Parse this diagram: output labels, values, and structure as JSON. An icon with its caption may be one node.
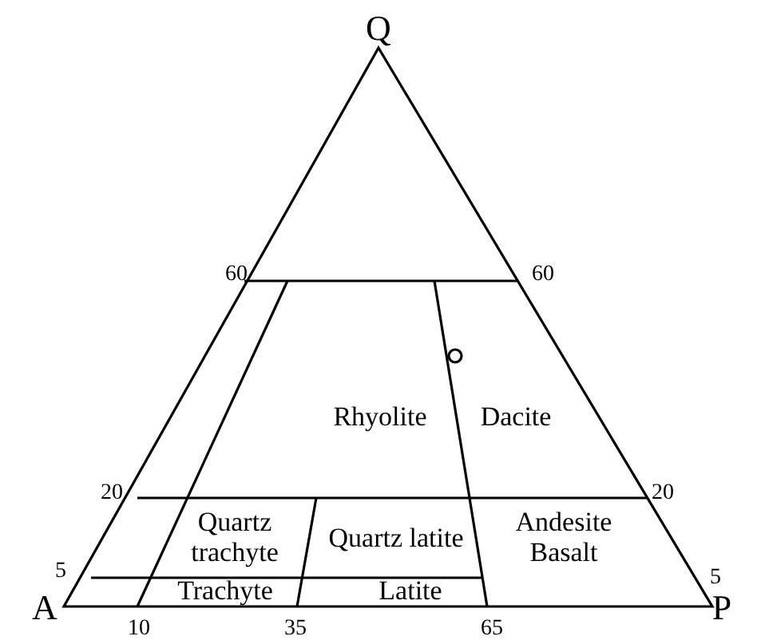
{
  "diagram": {
    "nodes": [
      {
        "text": [
          "Rhyolite"
        ]
      },
      {
        "text": [
          "Dacite"
        ]
      },
      {
        "text": [
          "Quartz trachyte"
        ]
      },
      {
        "text": [
          "Quartz latite"
        ]
      },
      {
        "text": [
          "Andesite Basalt"
        ]
      },
      {
        "text": [
          "Trachyte"
        ]
      },
      {
        "text": [
          "Latite"
        ]
      }
    ],
    "edges": [],
    "labels": [
      "Q",
      "60",
      "60",
      "20",
      "20",
      "5",
      "5",
      "A",
      "P",
      "10",
      "35",
      "65"
    ]
  }
}
